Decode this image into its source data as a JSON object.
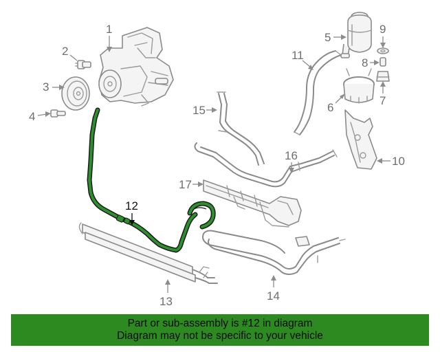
{
  "callouts": {
    "n1": "1",
    "n2": "2",
    "n3": "3",
    "n4": "4",
    "n5": "5",
    "n6": "6",
    "n7": "7",
    "n8": "8",
    "n9": "9",
    "n10": "10",
    "n11": "11",
    "n12": "12",
    "n13": "13",
    "n14": "14",
    "n15": "15",
    "n16": "16",
    "n17": "17"
  },
  "highlighted_part": "12",
  "colors": {
    "highlight": "#2d8f2d",
    "banner": "#2c8a21",
    "linework": "#8a8a8a"
  },
  "banner": {
    "line1": "Part or sub-assembly is #12 in diagram",
    "line2": "Diagram may not be specific to your vehicle"
  }
}
